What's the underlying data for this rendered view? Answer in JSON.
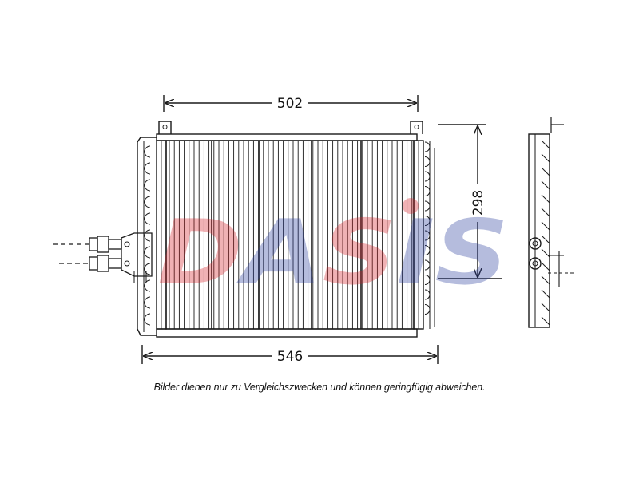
{
  "dimensions": {
    "top_width": "502",
    "bottom_width": "546",
    "height": "298"
  },
  "caption": "Bilder dienen nur zu Vergleichszwecken und können geringfügig abweichen.",
  "watermark": {
    "text": "DASIS",
    "color_blue": "#2b3f9e",
    "color_red": "#d42027",
    "opacity": 0.35
  },
  "colors": {
    "line": "#1a1a1a"
  },
  "icons": [
    "condenser-front-view",
    "condenser-side-view",
    "pipe-connector-icon",
    "dimension-arrow-icon"
  ]
}
